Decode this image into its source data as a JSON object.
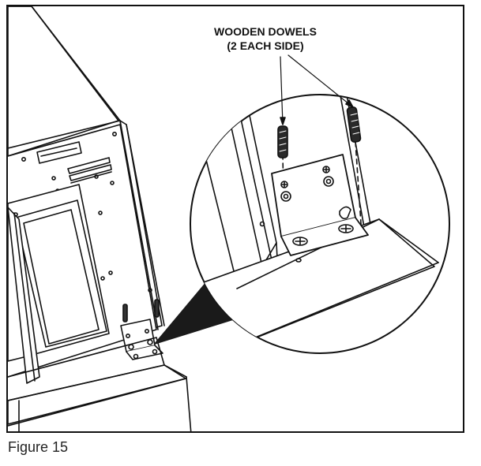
{
  "callout": {
    "line1": "WOODEN DOWELS",
    "line2": "(2 EACH SIDE)"
  },
  "caption": "Figure 15",
  "colors": {
    "line": "#111111",
    "shadow": "#1a1a1a",
    "background": "#ffffff"
  },
  "icons": [
    "wooden-dowel-icon",
    "mounting-bracket-icon",
    "screw-icon"
  ]
}
